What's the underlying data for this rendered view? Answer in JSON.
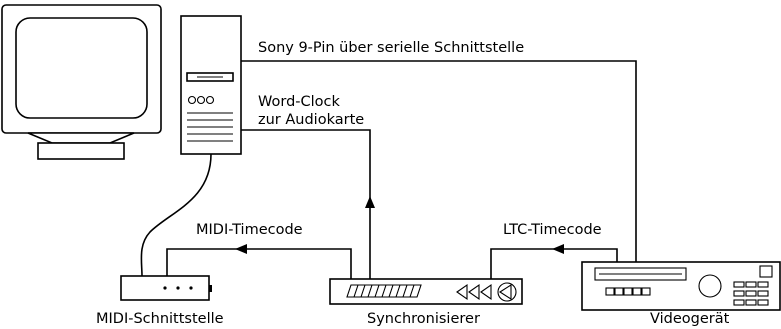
{
  "connections": {
    "sony_9pin": "Sony 9-Pin über serielle Schnittstelle",
    "word_clock_line1": "Word-Clock",
    "word_clock_line2": "zur Audiokarte",
    "midi_timecode": "MIDI-Timecode",
    "ltc_timecode": "LTC-Timecode"
  },
  "devices": {
    "midi_interface": "MIDI-Schnittstelle",
    "synchronizer": "Synchronisierer",
    "video_device": "Videogerät"
  },
  "colors": {
    "line": "#000000",
    "background": "#ffffff"
  }
}
